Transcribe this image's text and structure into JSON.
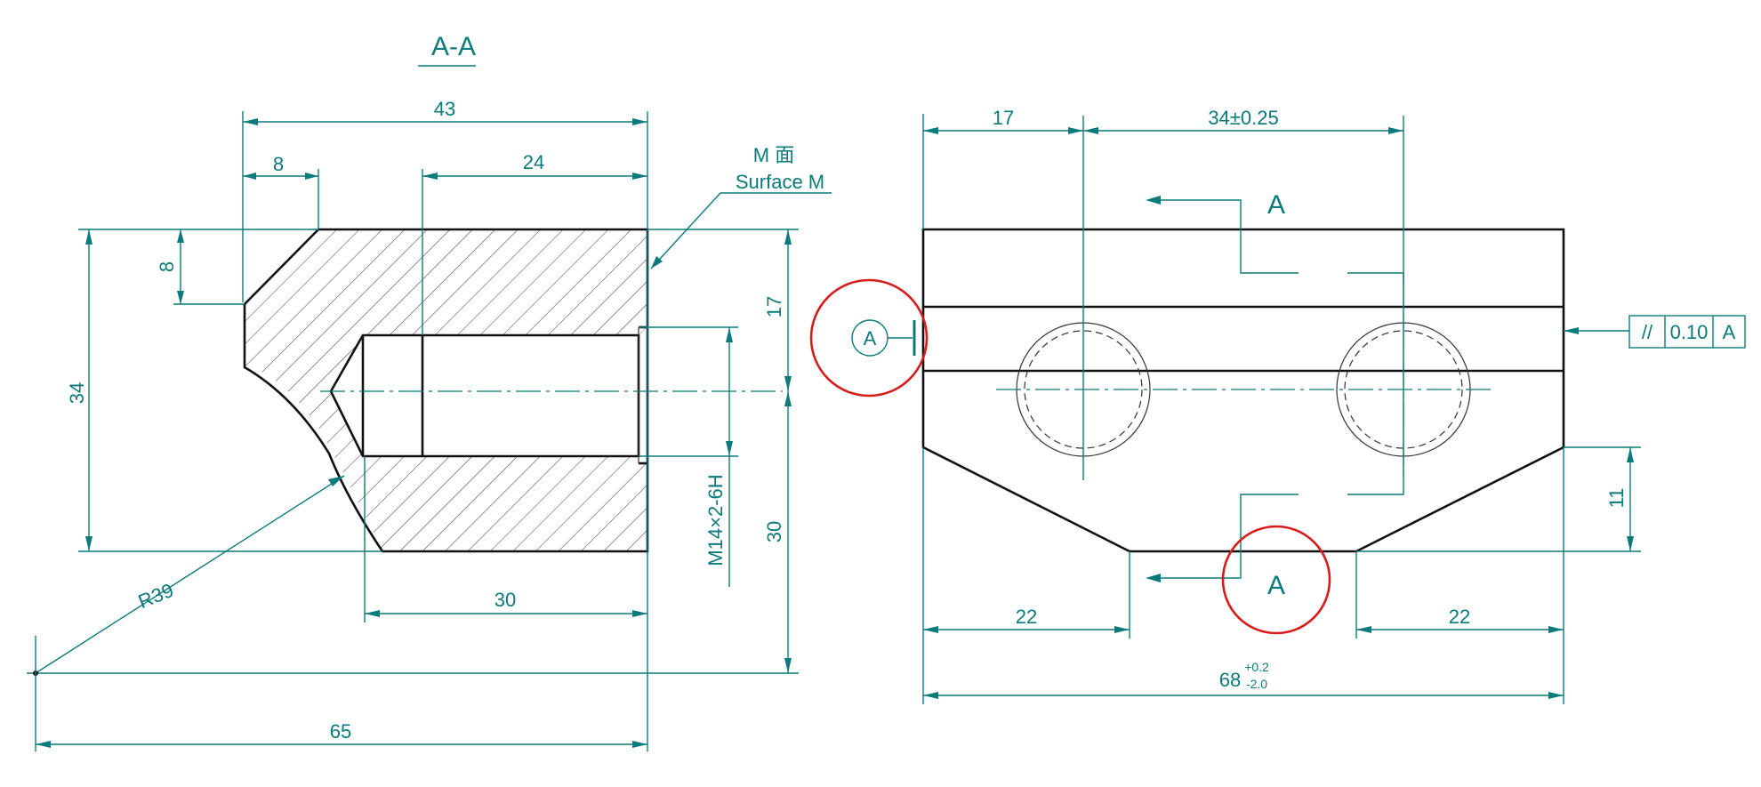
{
  "section_view": {
    "title": "A-A",
    "dims": {
      "overall_length": "43",
      "chamfer_width": "8",
      "thread_depth": "24",
      "chamfer_height": "8",
      "height": "34",
      "half_height": "17",
      "lower_height": "30",
      "bore_length": "30",
      "total_length": "65",
      "radius": "R39",
      "thread_spec": "M14×2-6H"
    },
    "surface_label_cn": "M 面",
    "surface_label_en": "Surface M"
  },
  "front_view": {
    "dims": {
      "hole_offset": "17",
      "hole_spacing": "34±0.25",
      "left_bottom": "22",
      "right_bottom": "22",
      "chamfer_height": "11",
      "overall_width": "68",
      "tol_upper": "+0.2",
      "tol_lower": "-2.0"
    },
    "section_marker_top": "A",
    "section_marker_bottom": "A",
    "datum_label": "A",
    "tolerance_frame": {
      "symbol": "//",
      "value": "0.10",
      "datum": "A"
    }
  },
  "colors": {
    "dimension": "#0b7a7a",
    "outline": "#111111",
    "highlight": "#d81b1b"
  }
}
